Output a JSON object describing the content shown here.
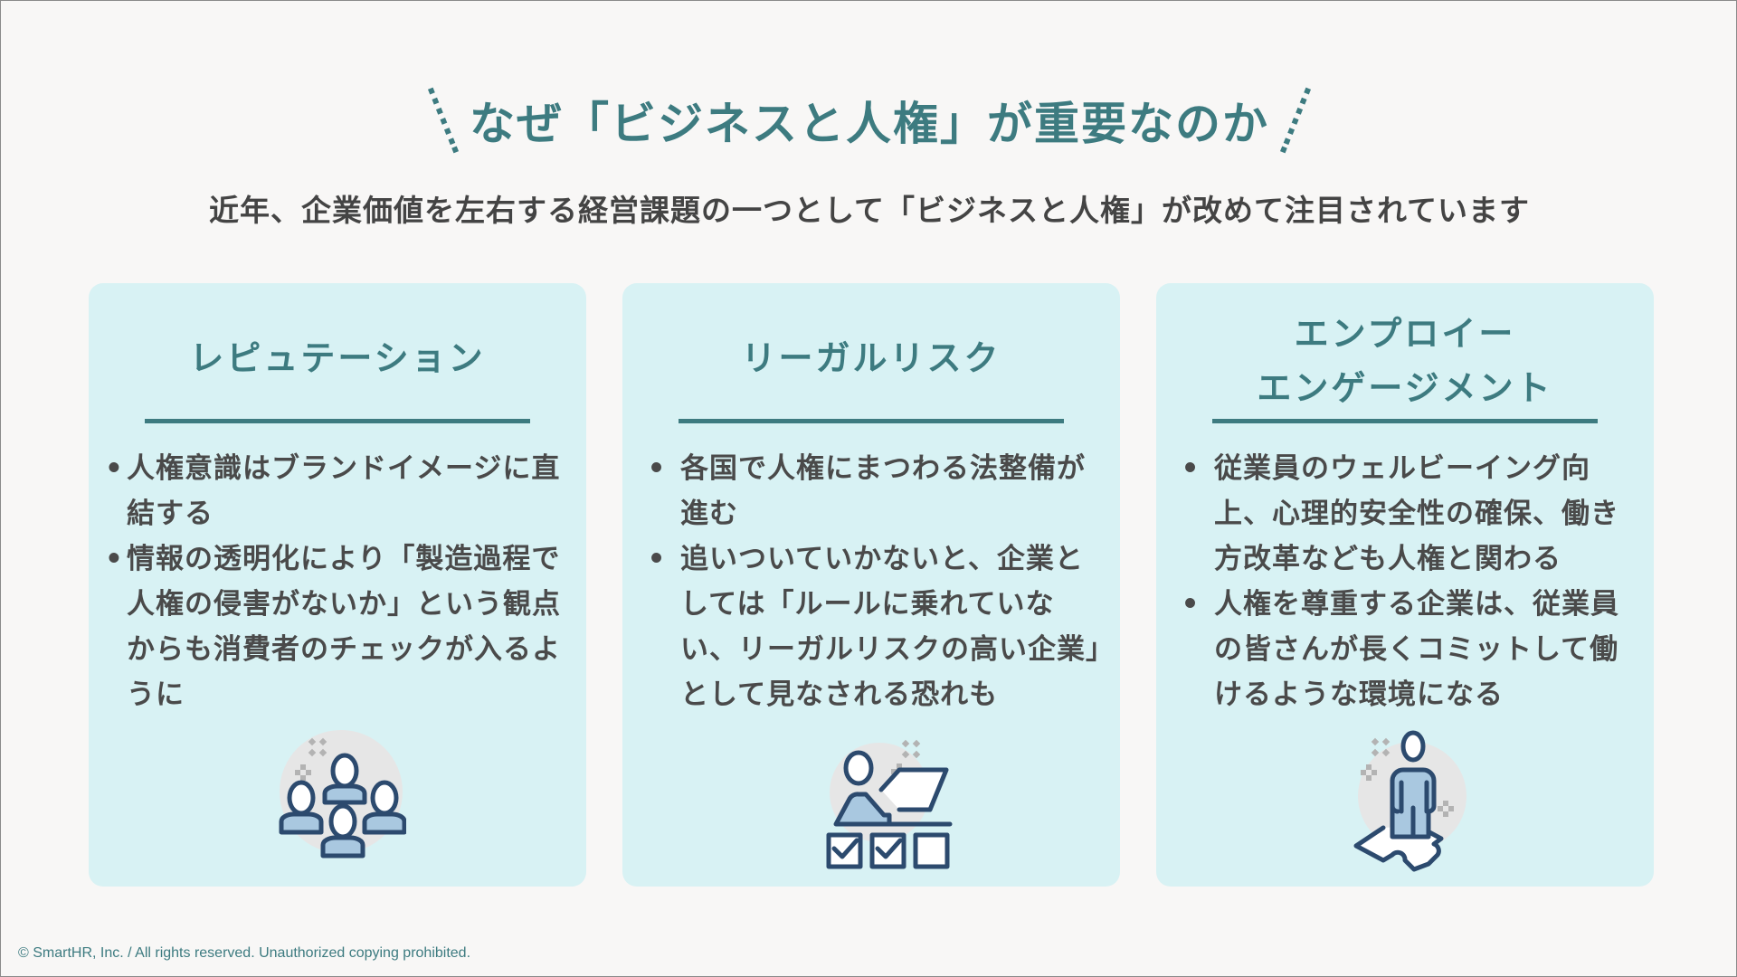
{
  "header": {
    "title": "なぜ「ビジネスと人権」が重要なのか",
    "subtitle": "近年、企業価値を左右する経営課題の一つとして「ビジネスと人権」が改めて注目されています"
  },
  "cards": [
    {
      "title": "レピュテーション",
      "bullets": [
        "人権意識はブランドイメージに直結する",
        "情報の透明化により「製造過程で人権の侵害がないか」という観点からも消費者のチェックが入るように"
      ],
      "icon": "group-people-icon"
    },
    {
      "title": "リーガルリスク",
      "bullets": [
        "各国で人権にまつわる法整備が進む",
        "追いついていかないと、企業としては「ルールに乗れていない、リーガルリスクの高い企業」として見なされる恐れも"
      ],
      "icon": "person-checklist-icon"
    },
    {
      "title": "エンプロイー\nエンゲージメント",
      "bullets": [
        "従業員のウェルビーイング向上、心理的安全性の確保、働き方改革なども人権と関わる",
        "人権を尊重する企業は、従業員の皆さんが長くコミットして働けるような環境になる"
      ],
      "icon": "person-puzzle-icon"
    }
  ],
  "footer": {
    "copyright": "© SmartHR, Inc. / All rights reserved. Unauthorized copying prohibited."
  },
  "colors": {
    "accent": "#3d7b80",
    "card_bg": "#d8f2f4",
    "page_bg": "#f8f7f6",
    "body_text": "#4a4a4a",
    "icon_stroke": "#2c4a6e",
    "icon_fill": "#a9c8e0"
  }
}
